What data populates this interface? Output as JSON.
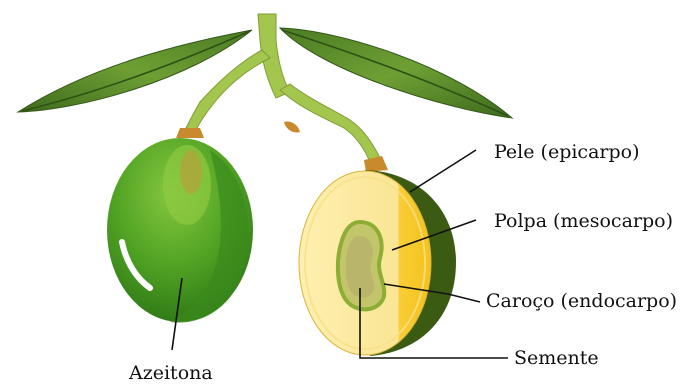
{
  "labels": {
    "skin": "Pele (epicarpo)",
    "pulp": "Polpa (mesocarpo)",
    "pit": "Caroço (endocarpo)",
    "seed": "Semente",
    "olive": "Azeitona"
  },
  "colors": {
    "leaf_dark": "#3f6a1f",
    "leaf_mid": "#5d8f2c",
    "leaf_light": "#7fb13f",
    "stem": "#9ec34a",
    "stem_tip": "#c98a2d",
    "olive_dark": "#2f7a16",
    "olive_mid": "#4fa123",
    "olive_light": "#7cc23a",
    "skin_cut": "#3b5a12",
    "pulp_light": "#fbe9a0",
    "pulp_bright": "#f8c92a",
    "pit_fill": "#c2c56a",
    "pit_edge": "#8dad34",
    "seed_fill": "#b9b56b",
    "leader_line": "#111111"
  }
}
